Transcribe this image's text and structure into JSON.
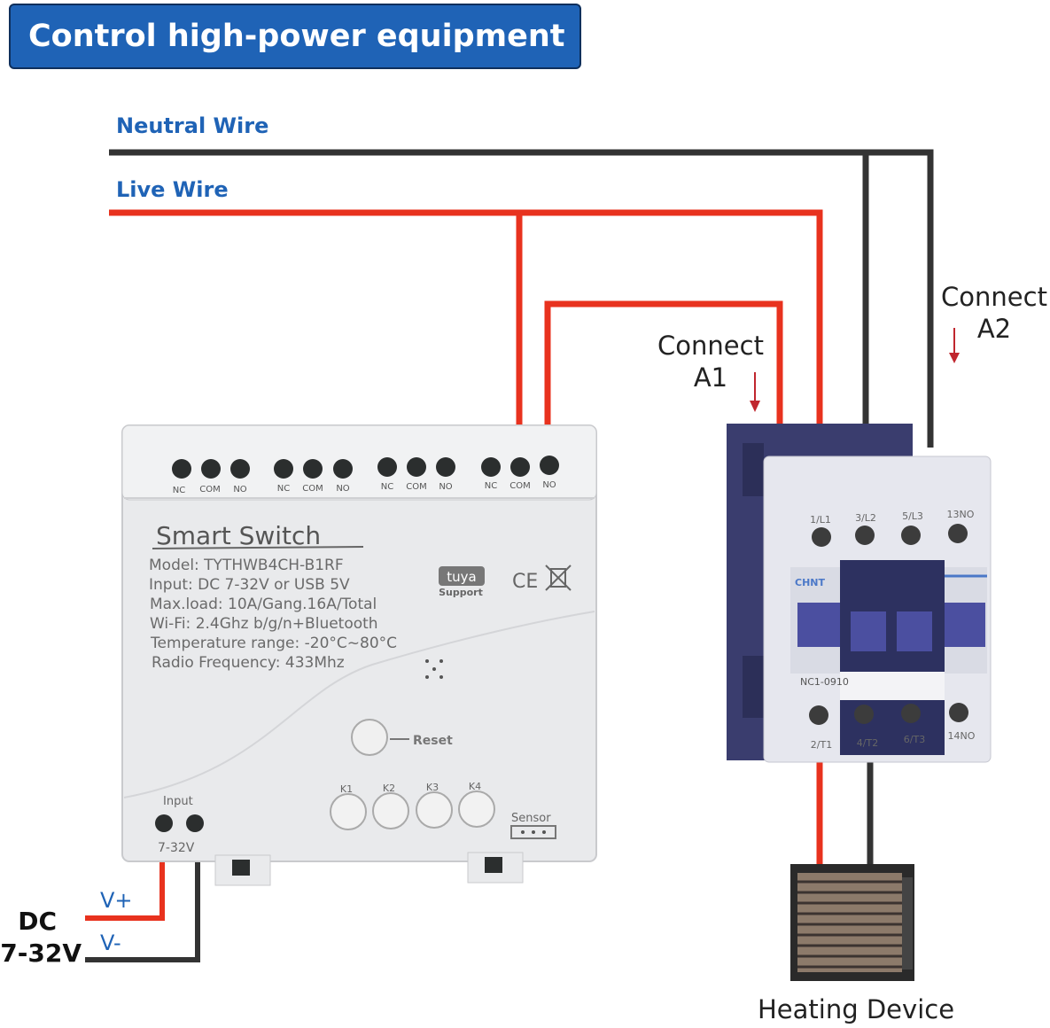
{
  "title": "Control high-power equipment",
  "wires": {
    "neutral": "Neutral Wire",
    "live": "Live Wire"
  },
  "connect_a1": {
    "line1": "Connect",
    "line2": "A1"
  },
  "connect_a2": {
    "line1": "Connect",
    "line2": "A2"
  },
  "dc": {
    "line1": "DC",
    "line2": "7-32V",
    "vplus": "V+",
    "vminus": "V-"
  },
  "heating_device": "Heating Device",
  "smart_switch": {
    "name": "Smart  Switch",
    "specs": [
      "Model:  TYTHWB4CH-B1RF",
      "Input:  DC 7-32V or USB 5V",
      "Max.load:  10A/Gang.16A/Total",
      "Wi-Fi:  2.4Ghz b/g/n+Bluetooth",
      "Temperature range: -20°C~80°C",
      "Radio Frequency:  433Mhz"
    ],
    "terminal_labels": [
      "NC",
      "COM",
      "NO"
    ],
    "tuya": "tuya",
    "support": "Support",
    "ce": "CE",
    "reset": "Reset",
    "keys": [
      "K1",
      "K2",
      "K3",
      "K4"
    ],
    "sensor": "Sensor",
    "input_label": "Input",
    "input_voltage": "7-32V"
  },
  "contactor": {
    "brand": "CHNT",
    "model": "NC1-0910",
    "top_terminals": [
      "1/L1",
      "3/L2",
      "5/L3",
      "13NO"
    ],
    "bottom_terminals": [
      "2/T1",
      "4/T2",
      "6/T3",
      "14NO"
    ]
  },
  "colors": {
    "title_bg": "#1f63b6",
    "live": "#e8321e",
    "neutral": "#333333",
    "label_blue": "#1f63b6",
    "contactor_body": "#3a3d6e"
  }
}
